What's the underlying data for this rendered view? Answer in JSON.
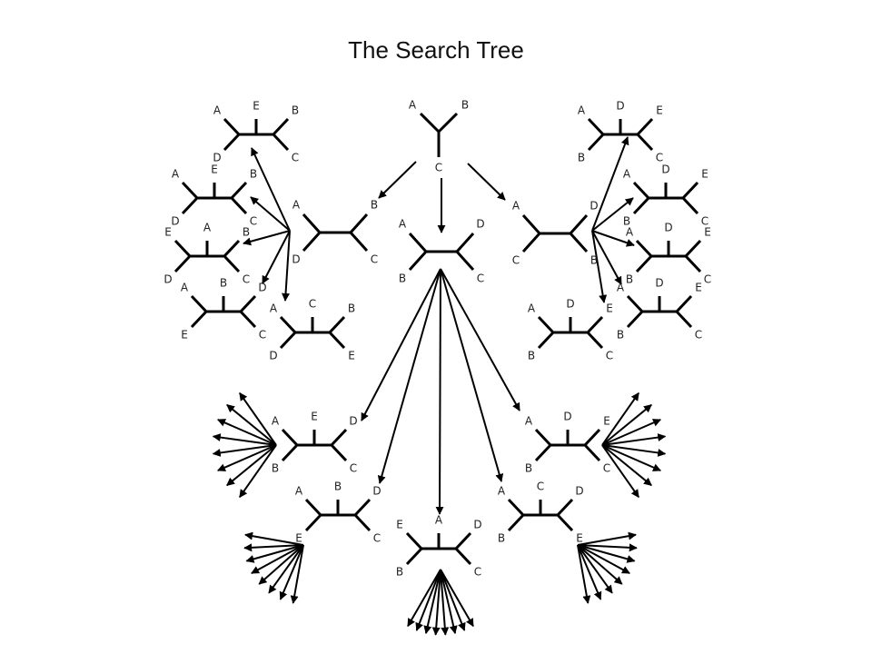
{
  "title": "The Search Tree",
  "root": {
    "labels": [
      "A",
      "B",
      "C"
    ]
  },
  "level1": [
    {
      "labels": [
        "A",
        "B",
        "D",
        "C"
      ]
    },
    {
      "labels": [
        "A",
        "D",
        "B",
        "C"
      ]
    },
    {
      "labels": [
        "A",
        "D",
        "C",
        "B"
      ]
    }
  ],
  "level2_left": [
    {
      "labels": [
        "A",
        "E",
        "B",
        "D",
        "C"
      ]
    },
    {
      "labels": [
        "A",
        "E",
        "B",
        "D",
        "C"
      ]
    },
    {
      "labels": [
        "E",
        "A",
        "B",
        "D",
        "C"
      ]
    },
    {
      "labels": [
        "A",
        "B",
        "D",
        "E",
        "C"
      ]
    },
    {
      "labels": [
        "A",
        "C",
        "B",
        "D",
        "E"
      ]
    }
  ],
  "level2_right": [
    {
      "labels": [
        "A",
        "D",
        "E",
        "B",
        "C"
      ]
    },
    {
      "labels": [
        "A",
        "D",
        "E",
        "B",
        "C"
      ]
    },
    {
      "labels": [
        "A",
        "D",
        "E",
        "B",
        "C"
      ]
    },
    {
      "labels": [
        "A",
        "D",
        "E",
        "B",
        "C"
      ]
    },
    {
      "labels": [
        "A",
        "D",
        "E",
        "B",
        "C"
      ]
    }
  ],
  "level2_center": [
    {
      "labels": [
        "A",
        "E",
        "D",
        "B",
        "C"
      ]
    },
    {
      "labels": [
        "A",
        "B",
        "D",
        "E",
        "C"
      ]
    },
    {
      "labels": [
        "E",
        "A",
        "D",
        "B",
        "C"
      ]
    },
    {
      "labels": [
        "A",
        "C",
        "D",
        "B",
        "E"
      ]
    },
    {
      "labels": [
        "A",
        "D",
        "E",
        "B",
        "C"
      ]
    }
  ]
}
